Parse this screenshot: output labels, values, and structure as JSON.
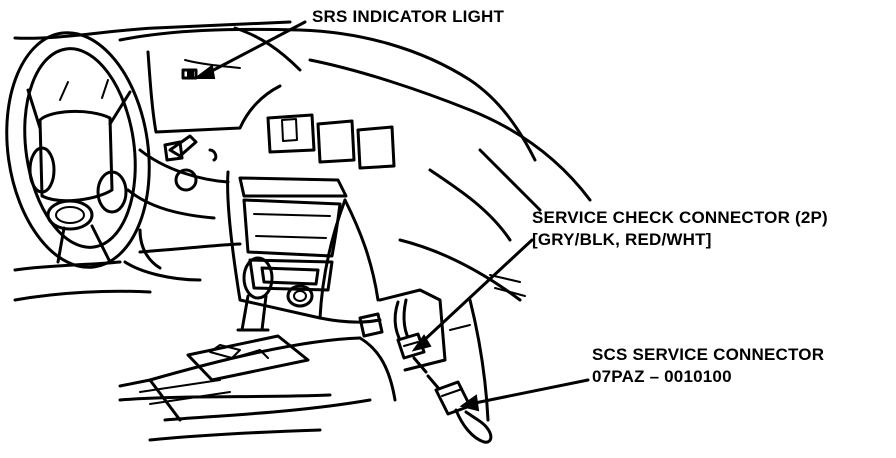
{
  "labels": {
    "srs_indicator": "SRS INDICATOR LIGHT",
    "service_check_line1": "SERVICE CHECK CONNECTOR (2P)",
    "service_check_line2": "[GRY/BLK, RED/WHT]",
    "scs_line1": "SCS SERVICE CONNECTOR",
    "scs_line2": "07PAZ – 0010100"
  },
  "colors": {
    "ink": "#000000",
    "paper": "#ffffff"
  }
}
